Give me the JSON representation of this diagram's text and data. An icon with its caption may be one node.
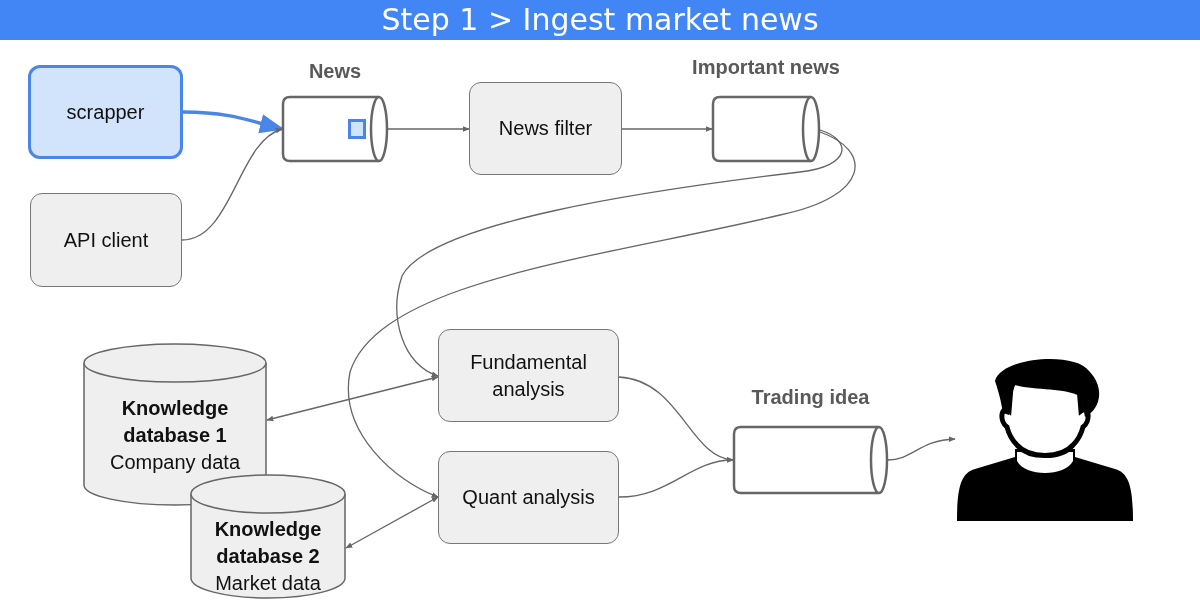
{
  "diagram": {
    "title": "Step 1 > Ingest market news",
    "nodes": [
      {
        "text": [
          "scrapper"
        ]
      },
      {
        "text": [
          "API client"
        ]
      },
      {
        "text": [
          "News"
        ]
      },
      {
        "text": [
          "News filter"
        ]
      },
      {
        "text": [
          "Important news"
        ]
      },
      {
        "text": [
          "Fundamental analysis"
        ]
      },
      {
        "text": [
          "Quant analysis"
        ]
      },
      {
        "text": [
          "Knowledge database 1",
          "Company data"
        ]
      },
      {
        "text": [
          "Knowledge database 2",
          "Market data"
        ]
      },
      {
        "text": [
          "Trading idea"
        ]
      },
      {
        "text": [],
        "shape": "person"
      }
    ],
    "edges": [
      {
        "from": 0,
        "to": 2,
        "arrow": "to",
        "style": "thick",
        "color": "#4a86e8"
      },
      {
        "from": 1,
        "to": 2,
        "arrow": "to"
      },
      {
        "from": 2,
        "to": 3,
        "arrow": "to"
      },
      {
        "from": 3,
        "to": 4,
        "arrow": "to"
      },
      {
        "from": 4,
        "to": 5,
        "arrow": "to"
      },
      {
        "from": 4,
        "to": 6,
        "arrow": "to"
      },
      {
        "from": 5,
        "to": 7,
        "arrow": "both"
      },
      {
        "from": 6,
        "to": 8,
        "arrow": "both"
      },
      {
        "from": 5,
        "to": 9,
        "arrow": "to"
      },
      {
        "from": 6,
        "to": 9,
        "arrow": "to"
      },
      {
        "from": 9,
        "to": 10,
        "arrow": "to"
      }
    ]
  }
}
